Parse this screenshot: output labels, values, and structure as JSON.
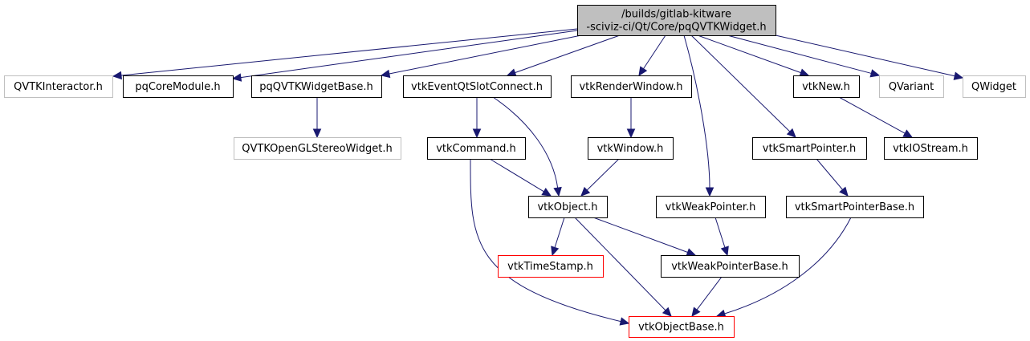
{
  "diagram": {
    "colors": {
      "edge": "#191970",
      "root_fill": "#bfbfbf",
      "external_border": "#bfbfbf",
      "truncated_border": "#ff0000",
      "node_border": "#000000"
    },
    "nodes": {
      "root": {
        "lines": [
          "/builds/gitlab-kitware",
          "-sciviz-ci/Qt/Core/pqQVTKWidget.h"
        ],
        "style": "root"
      },
      "qvtkinteractor": {
        "lines": [
          "QVTKInteractor.h"
        ],
        "style": "external"
      },
      "pqcoremodule": {
        "lines": [
          "pqCoreModule.h"
        ],
        "style": "normal"
      },
      "pqqvtkwidgetbase": {
        "lines": [
          "pqQVTKWidgetBase.h"
        ],
        "style": "normal"
      },
      "vtkeventqtslotconnect": {
        "lines": [
          "vtkEventQtSlotConnect.h"
        ],
        "style": "normal"
      },
      "vtkrenderwindow": {
        "lines": [
          "vtkRenderWindow.h"
        ],
        "style": "normal"
      },
      "vtknew": {
        "lines": [
          "vtkNew.h"
        ],
        "style": "normal"
      },
      "qvariant": {
        "lines": [
          "QVariant"
        ],
        "style": "external"
      },
      "qwidget": {
        "lines": [
          "QWidget"
        ],
        "style": "external"
      },
      "qvtkopenglstereowidget": {
        "lines": [
          "QVTKOpenGLStereoWidget.h"
        ],
        "style": "external"
      },
      "vtkcommand": {
        "lines": [
          "vtkCommand.h"
        ],
        "style": "normal"
      },
      "vtkwindow": {
        "lines": [
          "vtkWindow.h"
        ],
        "style": "normal"
      },
      "vtksmartpointer": {
        "lines": [
          "vtkSmartPointer.h"
        ],
        "style": "normal"
      },
      "vtkiostream": {
        "lines": [
          "vtkIOStream.h"
        ],
        "style": "normal"
      },
      "vtkobject": {
        "lines": [
          "vtkObject.h"
        ],
        "style": "normal"
      },
      "vtkweakpointer": {
        "lines": [
          "vtkWeakPointer.h"
        ],
        "style": "normal"
      },
      "vtksmartpointerbase": {
        "lines": [
          "vtkSmartPointerBase.h"
        ],
        "style": "normal"
      },
      "vtktimestamp": {
        "lines": [
          "vtkTimeStamp.h"
        ],
        "style": "truncated"
      },
      "vtkweakpointerbase": {
        "lines": [
          "vtkWeakPointerBase.h"
        ],
        "style": "normal"
      },
      "vtkobjectbase": {
        "lines": [
          "vtkObjectBase.h"
        ],
        "style": "truncated"
      }
    },
    "edges": [
      {
        "from": "root",
        "to": "qvtkinteractor"
      },
      {
        "from": "root",
        "to": "pqcoremodule"
      },
      {
        "from": "root",
        "to": "pqqvtkwidgetbase"
      },
      {
        "from": "root",
        "to": "vtkeventqtslotconnect"
      },
      {
        "from": "root",
        "to": "vtkrenderwindow"
      },
      {
        "from": "root",
        "to": "vtknew"
      },
      {
        "from": "root",
        "to": "qvariant"
      },
      {
        "from": "root",
        "to": "qwidget"
      },
      {
        "from": "root",
        "to": "vtksmartpointer"
      },
      {
        "from": "root",
        "to": "vtkweakpointer"
      },
      {
        "from": "pqqvtkwidgetbase",
        "to": "qvtkopenglstereowidget"
      },
      {
        "from": "vtkeventqtslotconnect",
        "to": "vtkcommand"
      },
      {
        "from": "vtkeventqtslotconnect",
        "to": "vtkobject"
      },
      {
        "from": "vtkrenderwindow",
        "to": "vtkwindow"
      },
      {
        "from": "vtknew",
        "to": "vtkiostream"
      },
      {
        "from": "vtkcommand",
        "to": "vtkobject"
      },
      {
        "from": "vtkcommand",
        "to": "vtkobjectbase"
      },
      {
        "from": "vtkwindow",
        "to": "vtkobject"
      },
      {
        "from": "vtksmartpointer",
        "to": "vtksmartpointerbase"
      },
      {
        "from": "vtkobject",
        "to": "vtktimestamp"
      },
      {
        "from": "vtkobject",
        "to": "vtkweakpointerbase"
      },
      {
        "from": "vtkobject",
        "to": "vtkobjectbase"
      },
      {
        "from": "vtkweakpointer",
        "to": "vtkweakpointerbase"
      },
      {
        "from": "vtksmartpointerbase",
        "to": "vtkobjectbase"
      },
      {
        "from": "vtkweakpointerbase",
        "to": "vtkobjectbase"
      }
    ]
  }
}
